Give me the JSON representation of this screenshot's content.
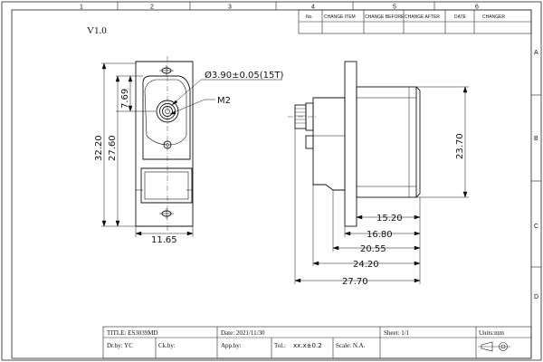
{
  "version": "V1.0",
  "border_columns": [
    "1",
    "2",
    "3",
    "4",
    "5",
    "6"
  ],
  "border_rows": [
    "A",
    "B",
    "C",
    "D"
  ],
  "revision_table": {
    "headers": [
      "No.",
      "CHANGE ITEM",
      "CHANGE BEFORE",
      "CHANGE AFTER",
      "DATE",
      "CHANGER"
    ]
  },
  "front_view": {
    "shaft_callout": "Ø3.90±0.05(15T)",
    "screw_callout": "M2",
    "dim_top_offset": "7.69",
    "dim_overall_height": "32.20",
    "dim_body_height": "27.60",
    "dim_width": "11.65"
  },
  "side_view": {
    "dim_height": "23.70",
    "dim_ear_to_body": "15.20",
    "dim_body_length": "16.80",
    "dim_spline_to_body": "20.55",
    "dim_overall_case": "24.20",
    "dim_overall": "27.70"
  },
  "title_block": {
    "title": "TITLE: ES3039MD",
    "date": "Date:  2021/11/30",
    "sheet": "Sheet:  1/1",
    "units": "Units:mm",
    "drawn_by": "Dr.by:  YC",
    "checked_by": "Ck.by:",
    "approved_by": "App.by:",
    "tolerance_label": "Tol.:",
    "tolerance_value": "xx.x±0.2",
    "scale": "Scale:   N.A."
  }
}
